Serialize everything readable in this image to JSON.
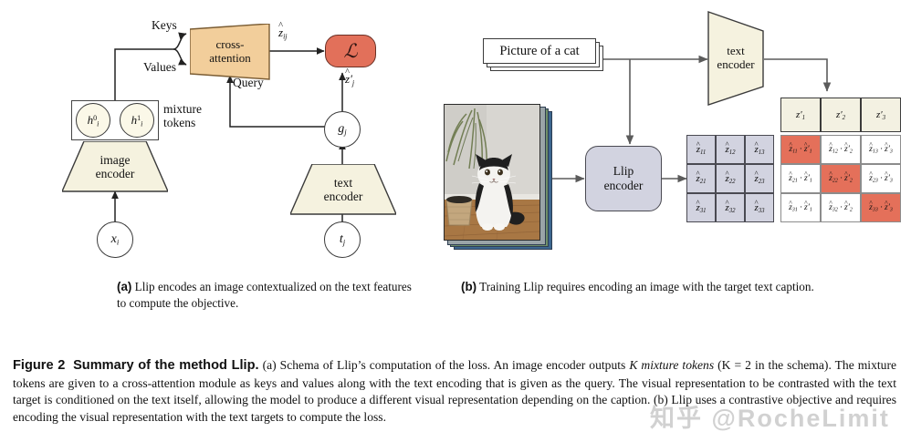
{
  "figure": {
    "caption_label": "Figure 2",
    "caption_title": "Summary of the method Llip.",
    "caption_body_1": "(a) Schema of Llip’s computation of the loss. An image encoder outputs ",
    "caption_em_1": "K mixture tokens",
    "caption_body_2": " (K = 2 in the schema). The mixture tokens are given to a cross-attention module as keys and values along with the text encoding that is given as the query. The visual representation to be contrasted with the text target is conditioned on the text itself, allowing the model to produce a different visual representation depending on the caption. (b) Llip uses a contrastive objective and requires encoding the visual representation with the text targets to compute the loss.",
    "watermark": "知乎 @RocheLimit"
  },
  "panel_a": {
    "sub_label": "(a)",
    "sub_caption": "Llip encodes an image contextualized on the text features to compute the objective.",
    "input_node": "x_i",
    "image_encoder": [
      "image",
      "encoder"
    ],
    "mixture_token_0": "h_i^0",
    "mixture_token_1": "h_i^1",
    "mixture_label": [
      "mixture",
      "tokens"
    ],
    "keys_label": "Keys",
    "values_label": "Values",
    "query_label": "Query",
    "cross_attention": [
      "cross-",
      "attention"
    ],
    "z_hat_ij": "ẑ_ij",
    "z_hat_prime_j": "ẑ'_j",
    "loss_symbol": "ℒ",
    "g_j": "g_j",
    "text_encoder": [
      "text",
      "encoder"
    ],
    "t_j": "t_j"
  },
  "panel_b": {
    "sub_label": "(b)",
    "sub_caption": "Training Llip requires encoding an image with the target text caption.",
    "caption_card": "Picture of a cat",
    "text_encoder": [
      "text",
      "encoder"
    ],
    "llip_encoder": [
      "Llip",
      "encoder"
    ],
    "photo_alt": "photo of a black and white cat sitting on a wooden floor beside a potted palm",
    "text_targets": [
      "z'_1",
      "z'_2",
      "z'_3"
    ],
    "z_matrix": [
      [
        "ẑ_11",
        "ẑ_12",
        "ẑ_13"
      ],
      [
        "ẑ_21",
        "ẑ_22",
        "ẑ_23"
      ],
      [
        "ẑ_31",
        "ẑ_32",
        "ẑ_33"
      ]
    ],
    "sim_matrix": [
      [
        "ẑ_11 · z'_1",
        "ẑ_12 · z'_2",
        "ẑ_13 · z'_3"
      ],
      [
        "ẑ_21 · z'_1",
        "ẑ_22 · z'_2",
        "ẑ_23 · z'_3"
      ],
      [
        "ẑ_31 · z'_1",
        "ẑ_32 · z'_2",
        "ẑ_33 · z'_3"
      ]
    ],
    "sim_highlight_diagonal": true
  },
  "colors": {
    "encoder_fill": "#F5F2DF",
    "cross_attention_fill": "#F2CE9B",
    "loss_fill": "#E2705A",
    "llip_encoder_fill": "#D2D3E0",
    "z_cell_fill": "#D2D3E0",
    "target_cell_fill": "#F3F1E2",
    "highlight_fill": "#E4705A",
    "stroke": "#3a3a3a"
  }
}
